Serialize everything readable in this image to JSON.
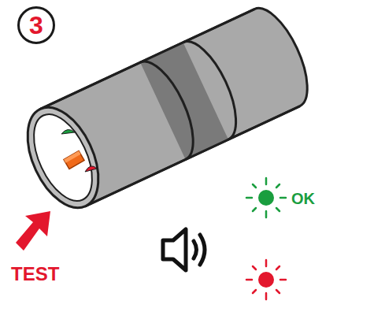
{
  "diagram": {
    "nodes": [
      {
        "text": [
          "3"
        ]
      }
    ],
    "labels": [
      "TEST",
      "OK"
    ]
  }
}
